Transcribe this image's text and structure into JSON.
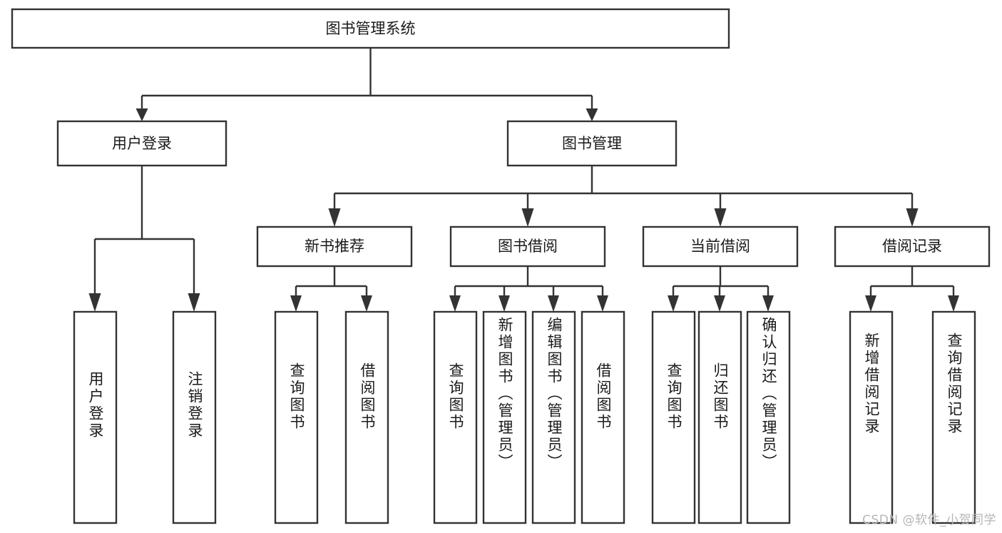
{
  "diagram": {
    "title": "图书管理系统",
    "type": "tree-hierarchy-diagram",
    "orientation": "top-down",
    "colors": {
      "box_stroke": "#333333",
      "box_fill": "#ffffff",
      "connector": "#333333",
      "text": "#1a1a1a",
      "watermark": "#b6b6b6",
      "background": "#ffffff"
    },
    "root": {
      "label": "图书管理系统",
      "text_direction": "horizontal"
    },
    "level2": [
      {
        "label": "用户登录",
        "text_direction": "horizontal"
      },
      {
        "label": "图书管理",
        "text_direction": "horizontal"
      }
    ],
    "level3": [
      {
        "label": "新书推荐",
        "text_direction": "horizontal"
      },
      {
        "label": "图书借阅",
        "text_direction": "horizontal"
      },
      {
        "label": "当前借阅",
        "text_direction": "horizontal"
      },
      {
        "label": "借阅记录",
        "text_direction": "horizontal"
      }
    ],
    "leaves": {
      "user_login": [
        {
          "label": "用户登录",
          "text_direction": "vertical"
        },
        {
          "label": "注销登录",
          "text_direction": "vertical"
        }
      ],
      "new_book_recommend": [
        {
          "label": "查询图书",
          "text_direction": "vertical"
        },
        {
          "label": "借阅图书",
          "text_direction": "vertical"
        }
      ],
      "book_borrow": [
        {
          "label": "查询图书",
          "text_direction": "vertical"
        },
        {
          "label": "新增图书（管理员）",
          "text_direction": "vertical"
        },
        {
          "label": "编辑图书（管理员）",
          "text_direction": "vertical"
        },
        {
          "label": "借阅图书",
          "text_direction": "vertical"
        }
      ],
      "current_borrow": [
        {
          "label": "查询图书",
          "text_direction": "vertical"
        },
        {
          "label": "归还图书",
          "text_direction": "vertical"
        },
        {
          "label": "确认归还（管理员）",
          "text_direction": "vertical"
        }
      ],
      "borrow_record": [
        {
          "label": "新增借阅记录",
          "text_direction": "vertical"
        },
        {
          "label": "查询借阅记录",
          "text_direction": "vertical"
        }
      ]
    }
  },
  "watermark": {
    "text": "CSDN @软件_小贺同学"
  }
}
